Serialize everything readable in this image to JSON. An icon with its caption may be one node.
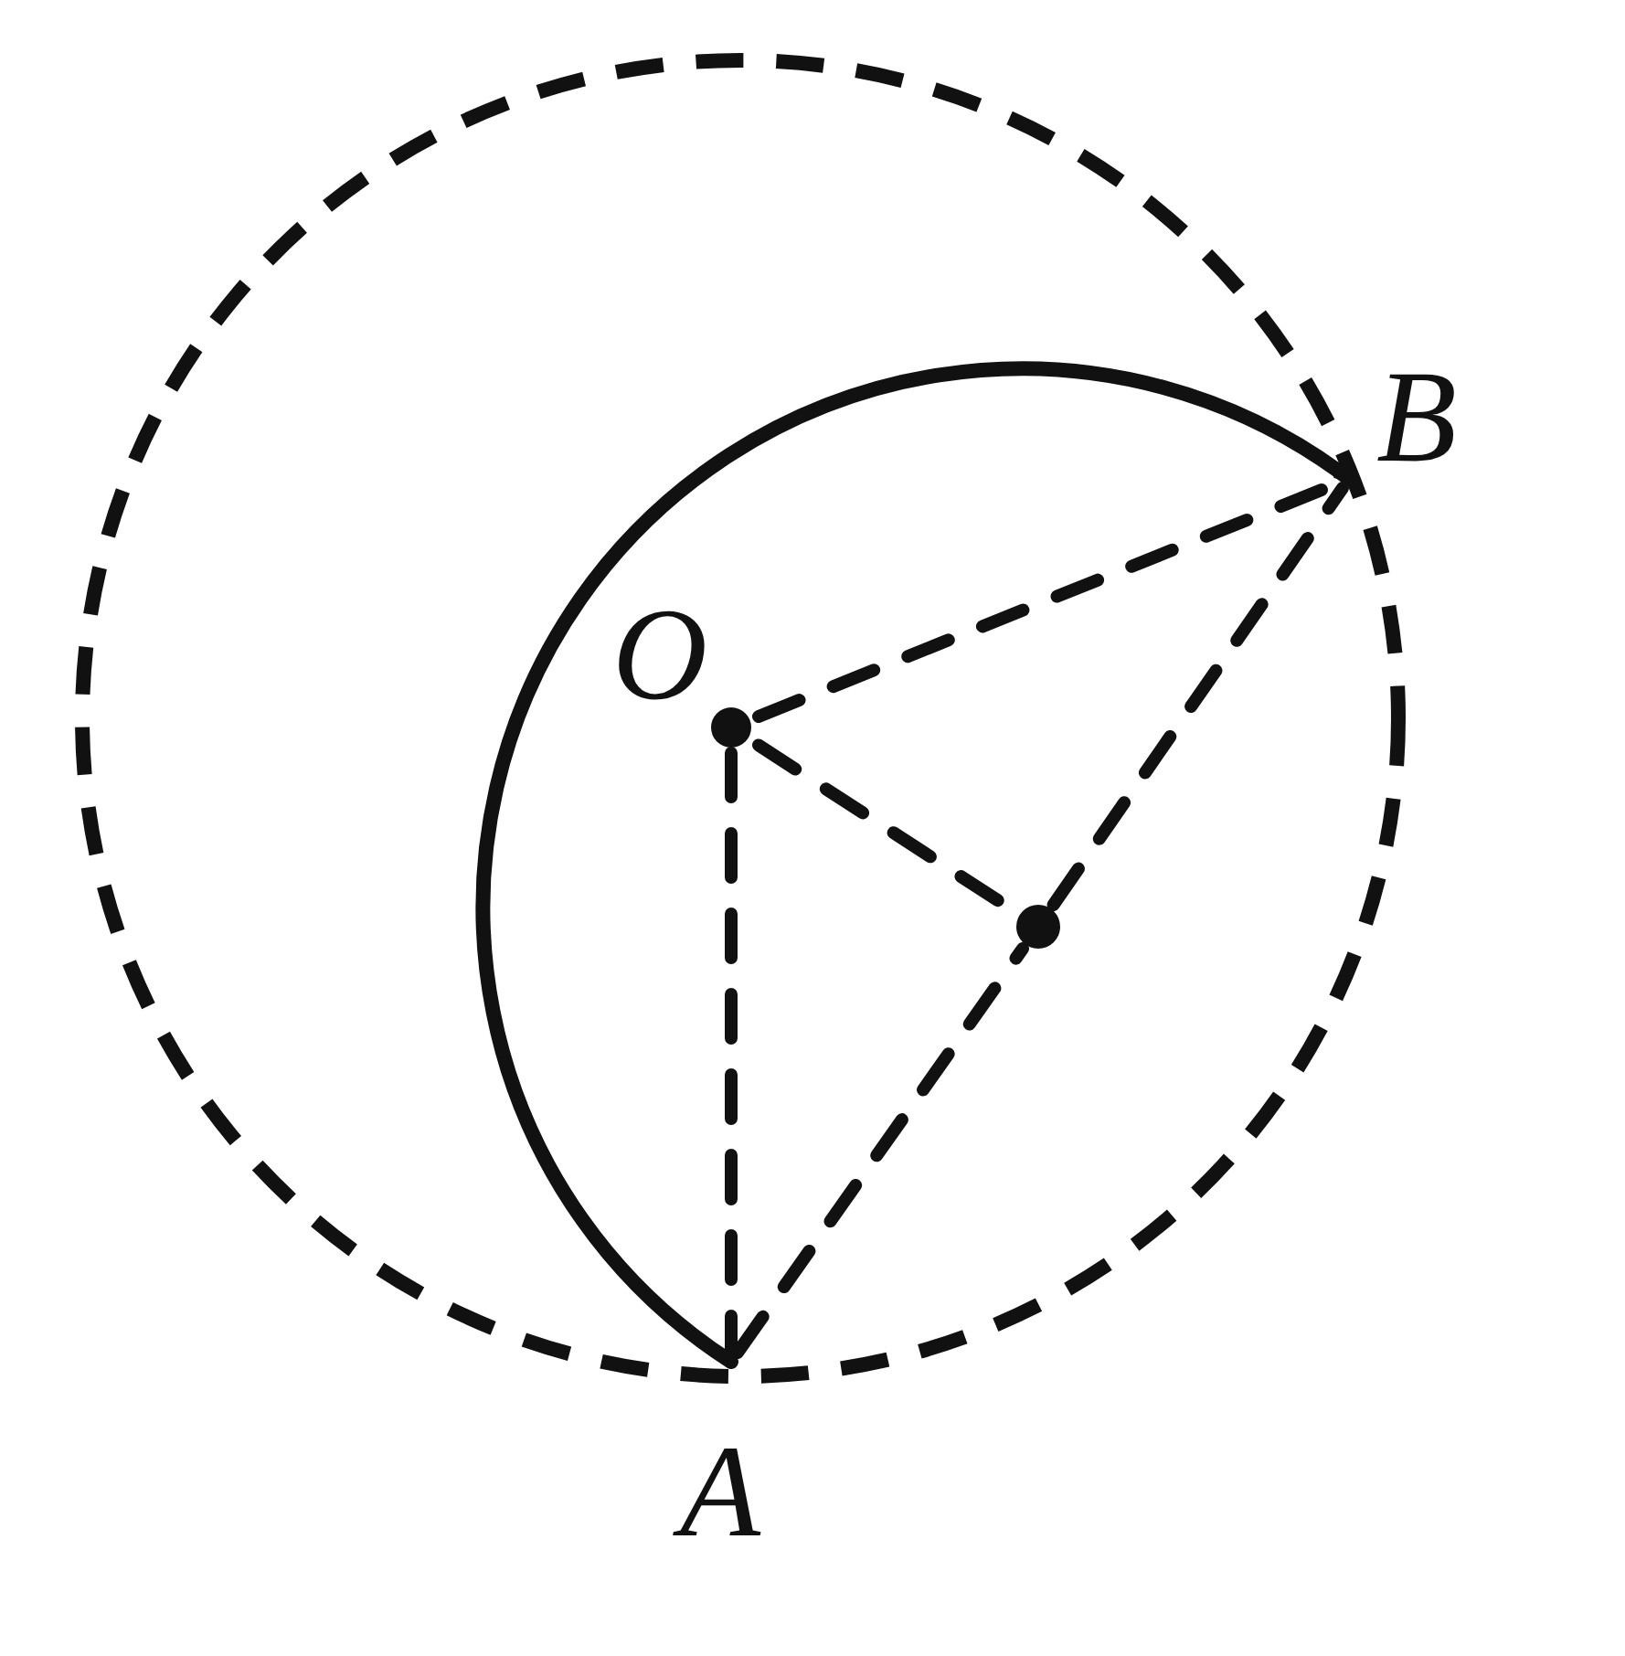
{
  "diagram": {
    "nodes": [
      {
        "text": [
          "O"
        ]
      },
      {
        "text": [
          "B"
        ]
      },
      {
        "text": [
          "A"
        ]
      },
      {
        "text": [],
        "shape": "circle"
      }
    ],
    "edges": [
      {
        "from": 2,
        "to": 1,
        "arrow": "to"
      },
      {
        "from": 0,
        "to": 1,
        "arrow": "none",
        "style": "dashed"
      },
      {
        "from": 0,
        "to": 2,
        "arrow": "none",
        "style": "dashed"
      },
      {
        "from": 2,
        "to": 3,
        "arrow": "none",
        "style": "dashed"
      },
      {
        "from": 3,
        "to": 1,
        "arrow": "none",
        "style": "dashed"
      },
      {
        "from": 0,
        "to": 3,
        "arrow": "none",
        "style": "dashed"
      }
    ]
  }
}
